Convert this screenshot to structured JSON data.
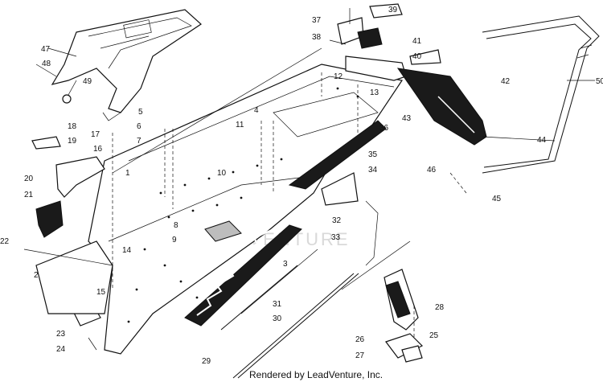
{
  "diagram": {
    "callouts": [
      "1",
      "2",
      "3",
      "4",
      "5",
      "6",
      "7",
      "8",
      "9",
      "10",
      "11",
      "12",
      "13",
      "14",
      "15",
      "16",
      "17",
      "18",
      "19",
      "20",
      "21",
      "22",
      "23",
      "24",
      "25",
      "26",
      "27",
      "28",
      "29",
      "30",
      "31",
      "32",
      "33",
      "34",
      "35",
      "36",
      "37",
      "38",
      "39",
      "40",
      "41",
      "42",
      "43",
      "44",
      "45",
      "46",
      "47",
      "48",
      "49",
      "50"
    ],
    "watermark": "LEADVENTURE",
    "footer_credit": "Rendered by LeadVenture, Inc.",
    "colors": {
      "ink": "#111111",
      "watermark": "#d9d9d9",
      "background": "#ffffff"
    }
  }
}
